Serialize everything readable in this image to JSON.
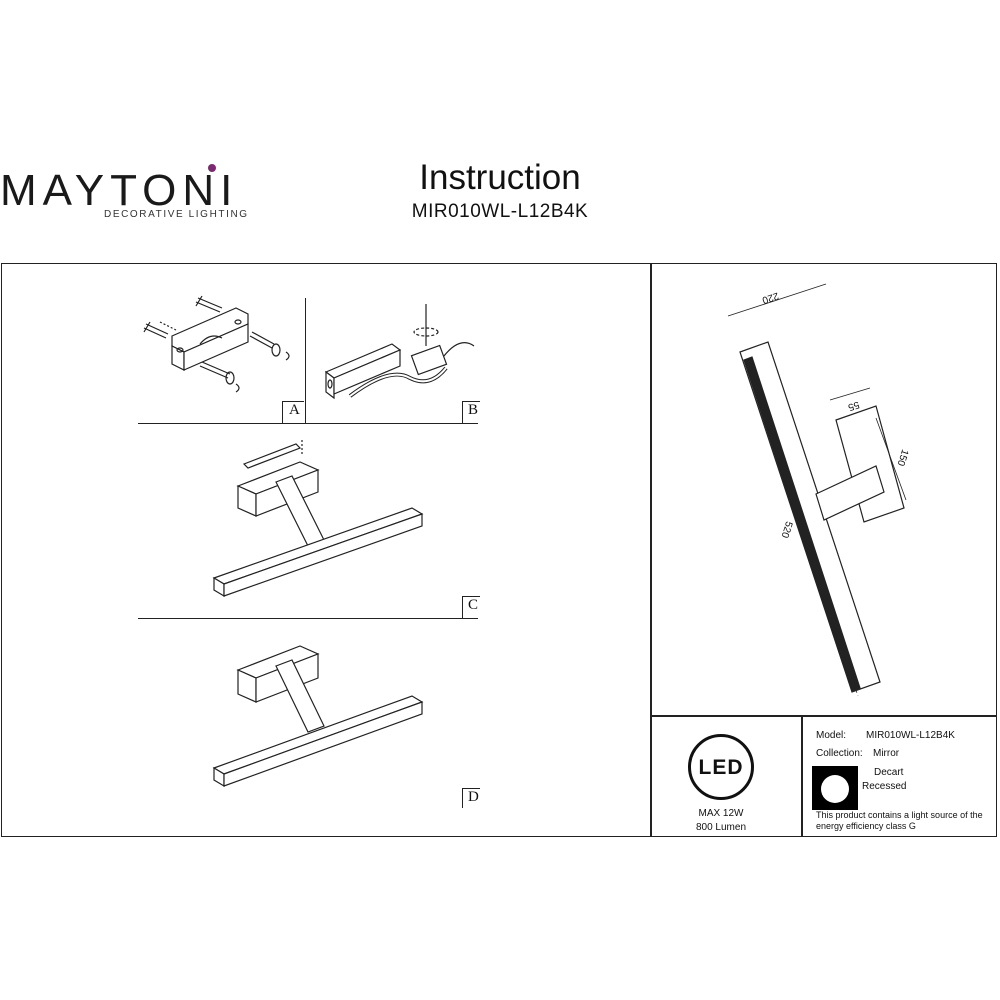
{
  "brand": {
    "name": "MAYTONI",
    "tagline": "DECORATIVE LIGHTING"
  },
  "header": {
    "title": "Instruction",
    "model": "MIR010WL-L12B4K"
  },
  "steps": {
    "a": "A",
    "b": "B",
    "c": "C",
    "d": "D"
  },
  "dimensions": {
    "length": "520",
    "depth": "220",
    "base_width": "55",
    "base_height": "150"
  },
  "led": {
    "badge": "LED",
    "power": "MAX 12W",
    "lumen": "800 Lumen"
  },
  "specs": {
    "model_label": "Model:",
    "model_value": "MIR010WL-L12B4K",
    "collection_label": "Collection:",
    "collection_value": "Mirror",
    "type1": "Decart",
    "type2": "Recessed",
    "energy_line1": "This product contains a light source of the",
    "energy_line2": "energy efficiency class G"
  }
}
